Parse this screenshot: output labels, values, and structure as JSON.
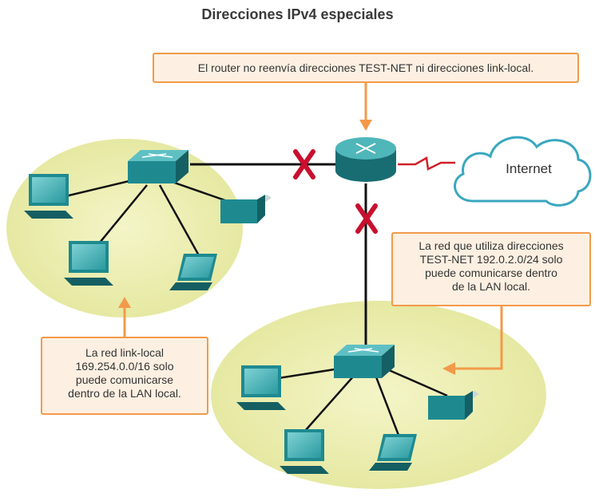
{
  "title": "Direcciones IPv4 especiales",
  "callouts": {
    "router": "El router no reenvía direcciones TEST-NET ni direcciones link-local.",
    "testnet": [
      "La red que utiliza direcciones",
      "TEST-NET 192.0.2.0/24 solo",
      "puede comunicarse dentro",
      "de la LAN local."
    ],
    "linklocal": [
      "La red link-local",
      "169.254.0.0/16 solo",
      "puede comunicarse",
      "dentro de la LAN local."
    ]
  },
  "cloud_label": "Internet",
  "colors": {
    "lan_fill": "#eef0b0",
    "device_teal": "#1e8a90",
    "callout_border": "#f29a4a",
    "callout_fill": "#fdf0e2",
    "blocked_x": "#c8102e",
    "wan_link": "#d0202a"
  },
  "icons": [
    "router-icon",
    "switch-icon",
    "pc-icon",
    "laptop-icon",
    "printer-icon",
    "cloud-icon",
    "blocked-x-icon"
  ]
}
